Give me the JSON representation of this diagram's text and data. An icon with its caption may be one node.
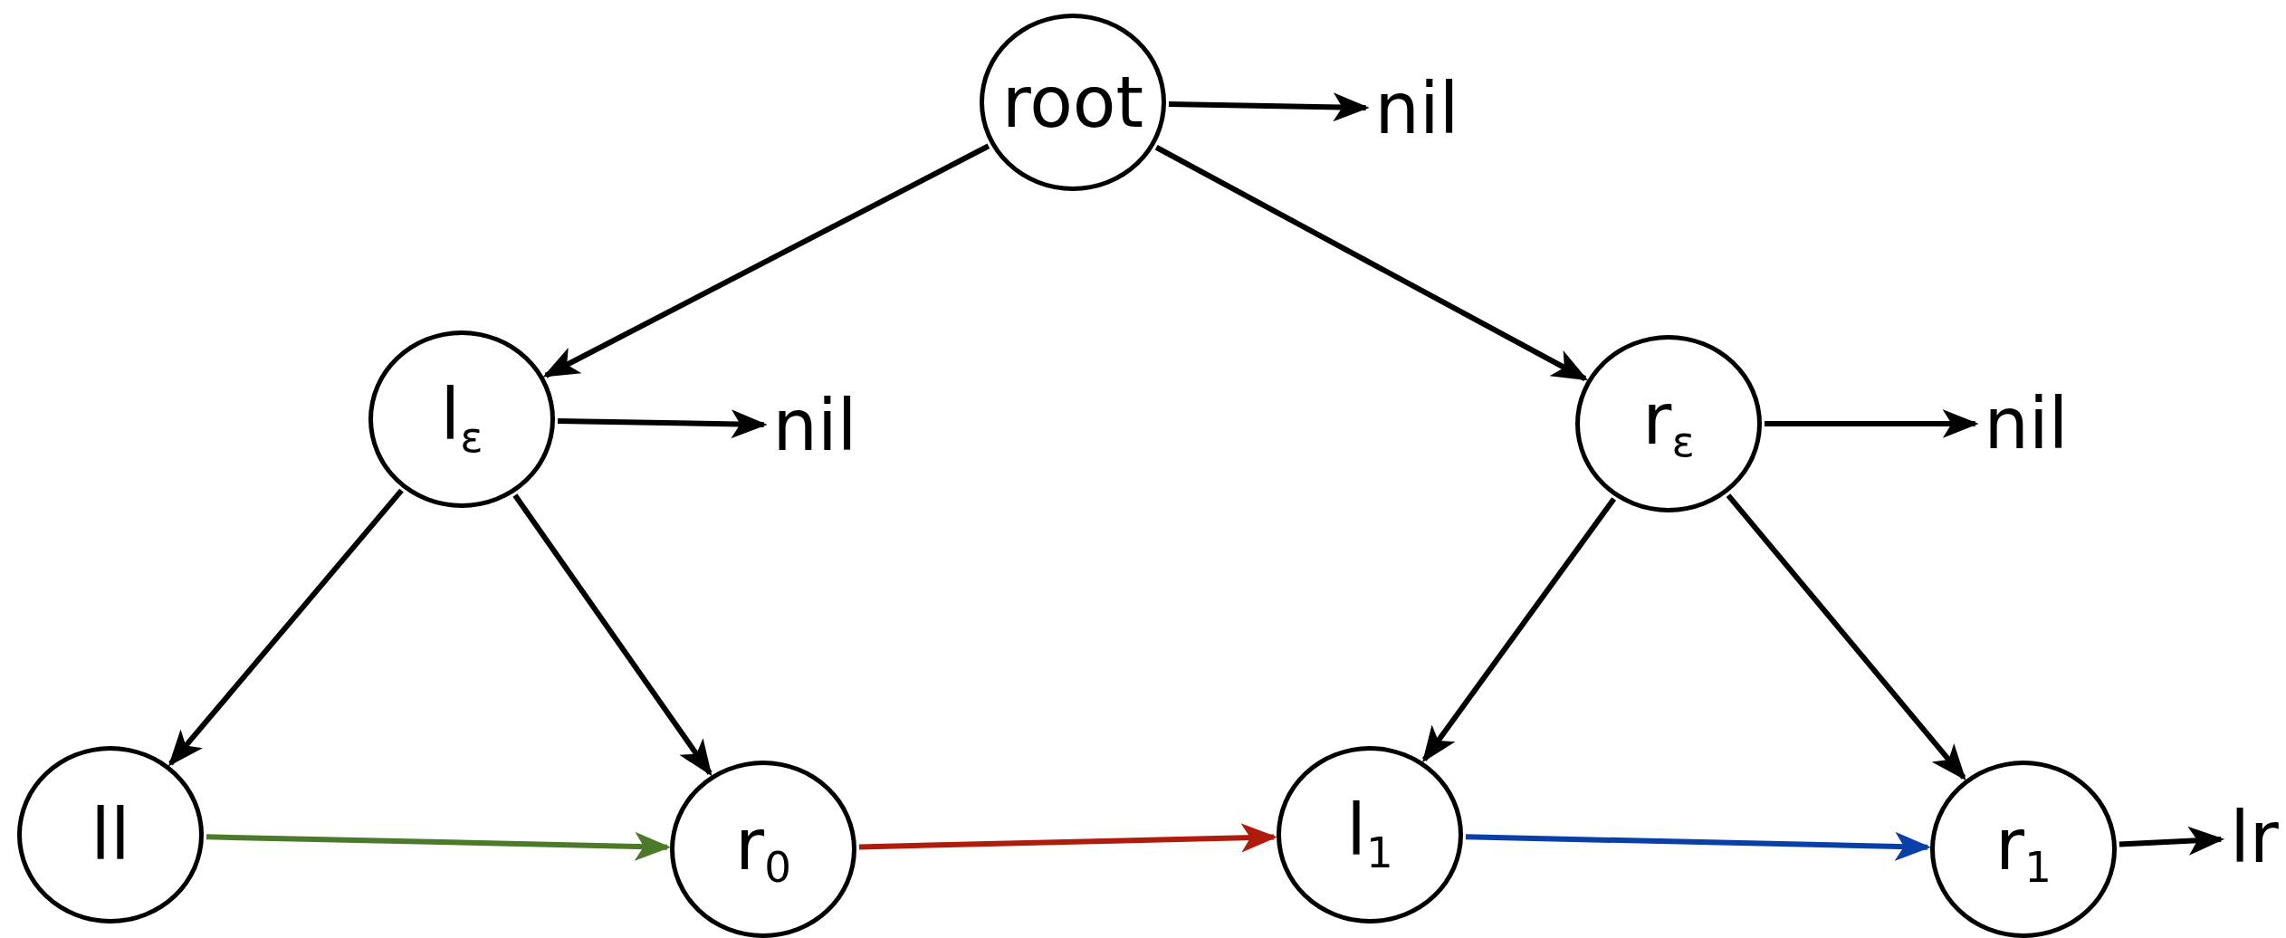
{
  "diagram": {
    "nodes": [
      {
        "text": [
          "root"
        ]
      },
      {
        "text": [
          "nil"
        ]
      },
      {
        "text": [
          "l$_{ε}$"
        ]
      },
      {
        "text": [
          "nil"
        ]
      },
      {
        "text": [
          "r$_{ε}$"
        ]
      },
      {
        "text": [
          "nil"
        ]
      },
      {
        "text": [
          "ll"
        ]
      },
      {
        "text": [
          "r$_{0}$"
        ]
      },
      {
        "text": [
          "l$_{1}$"
        ]
      },
      {
        "text": [
          "r$_{1}$"
        ]
      },
      {
        "text": [
          "lr"
        ]
      }
    ],
    "edges": [
      {
        "from": 0,
        "to": 1,
        "arrow": "to"
      },
      {
        "from": 0,
        "to": 2,
        "arrow": "to"
      },
      {
        "from": 0,
        "to": 4,
        "arrow": "to"
      },
      {
        "from": 2,
        "to": 3,
        "arrow": "to"
      },
      {
        "from": 2,
        "to": 6,
        "arrow": "to"
      },
      {
        "from": 2,
        "to": 7,
        "arrow": "to"
      },
      {
        "from": 4,
        "to": 5,
        "arrow": "to"
      },
      {
        "from": 4,
        "to": 8,
        "arrow": "to"
      },
      {
        "from": 4,
        "to": 9,
        "arrow": "to"
      },
      {
        "from": 6,
        "to": 7,
        "arrow": "to",
        "color": "#4a7a2a"
      },
      {
        "from": 7,
        "to": 8,
        "arrow": "to",
        "color": "#b01c0c"
      },
      {
        "from": 8,
        "to": 9,
        "arrow": "to",
        "color": "#0a3fa8"
      },
      {
        "from": 9,
        "to": 10,
        "arrow": "to"
      }
    ]
  }
}
